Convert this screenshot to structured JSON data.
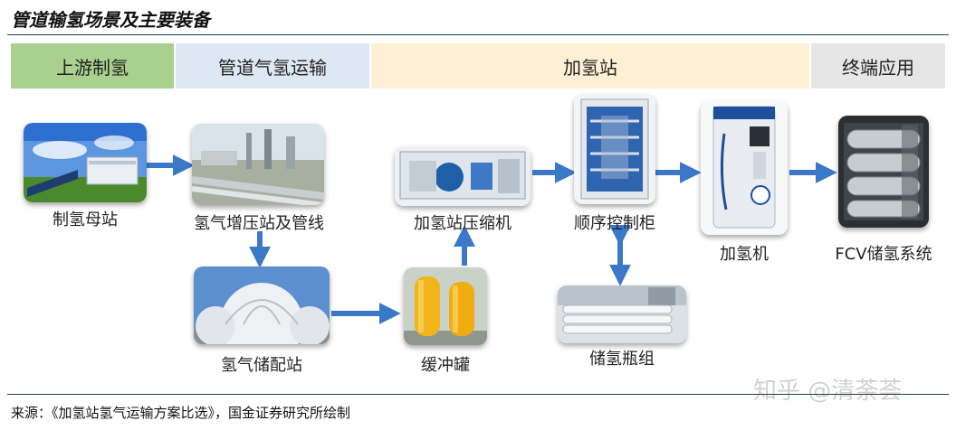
{
  "title": "管道输氢场景及主要装备",
  "stages": [
    {
      "label": "上游制氢",
      "color": "#a9d08e"
    },
    {
      "label": "管道气氢运输",
      "color": "#dde8f4"
    },
    {
      "label": "加氢站",
      "color": "#fdf0d5"
    },
    {
      "label": "终端应用",
      "color": "#e7e6e6"
    }
  ],
  "nodes": {
    "production": "制氢母站",
    "pipeline": "氢气增压站及管线",
    "distribution": "氢气储配站",
    "buffer": "缓冲罐",
    "compressor": "加氢站压缩机",
    "control": "顺序控制柜",
    "storage": "储氢瓶组",
    "dispenser": "加氢机",
    "fcv": "FCV储氢系统"
  },
  "arrow_color": "#3c78c8",
  "source": "来源：《加氢站氢气运输方案比选》，国金证券研究所绘制",
  "watermark": "知乎 @清荼荟"
}
